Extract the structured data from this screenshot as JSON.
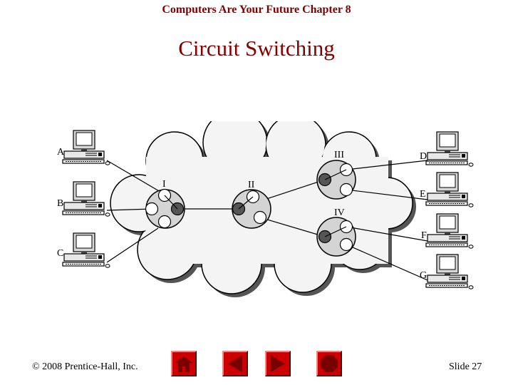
{
  "header": {
    "text": "Computers Are Your Future Chapter 8"
  },
  "title": "Circuit Switching",
  "diagram": {
    "computers": [
      "A",
      "B",
      "C",
      "D",
      "E",
      "F",
      "G"
    ],
    "switches": [
      "I",
      "II",
      "III",
      "IV"
    ]
  },
  "footer": {
    "copyright": "© 2008 Prentice-Hall, Inc.",
    "slide": "Slide 27"
  },
  "nav": [
    "home-icon",
    "previous-icon",
    "next-icon",
    "end-show-icon"
  ],
  "colors": {
    "title": "#800000",
    "nav_button": "#cc0000",
    "cloud": "#f4f4f4",
    "switch": "#d4d4d4",
    "active_port": "#555555"
  }
}
